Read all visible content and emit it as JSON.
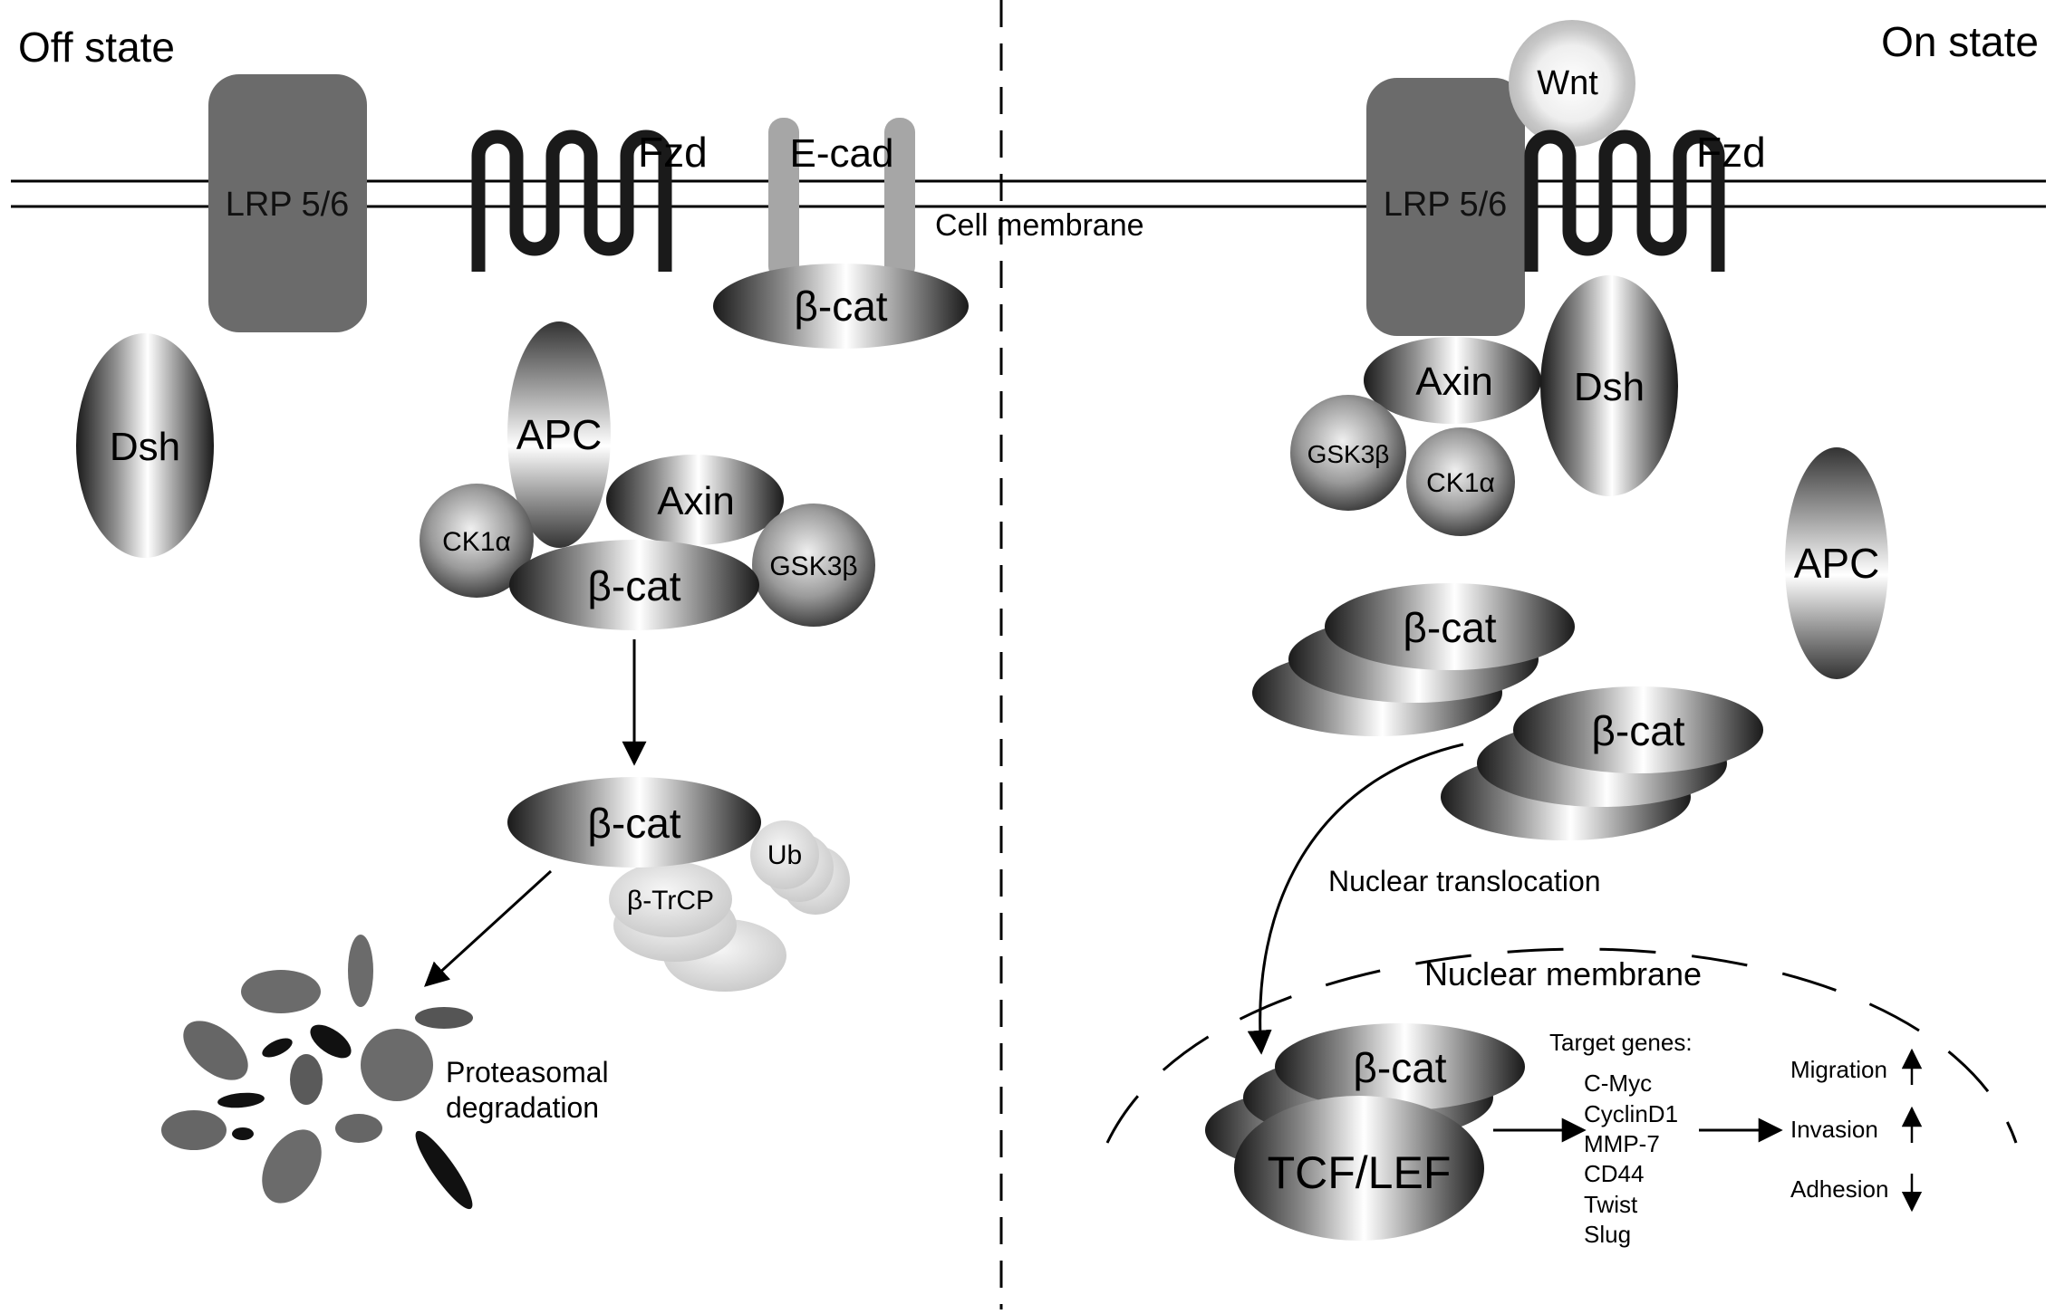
{
  "off_state": {
    "title": "Off state",
    "lrp": "LRP 5/6",
    "fzd": "Fzd",
    "ecad": "E-cad",
    "bcat_membrane": "β-cat",
    "dsh": "Dsh",
    "apc": "APC",
    "axin": "Axin",
    "ck1a": "CK1α",
    "gsk3b": "GSK3β",
    "bcat_complex": "β-cat",
    "bcat_ub": "β-cat",
    "ub": "Ub",
    "btrcp": "β-TrCP",
    "proteasomal_line1": "Proteasomal",
    "proteasomal_line2": "degradation"
  },
  "membrane_label": "Cell membrane",
  "on_state": {
    "title": "On state",
    "wnt": "Wnt",
    "lrp": "LRP 5/6",
    "fzd": "Fzd",
    "axin": "Axin",
    "dsh": "Dsh",
    "gsk3b": "GSK3β",
    "ck1a": "CK1α",
    "apc": "APC",
    "bcat_stack1": "β-cat",
    "bcat_stack2": "β-cat",
    "nuclear_translocation": "Nuclear translocation",
    "nuclear_membrane": "Nuclear membrane",
    "bcat_nucleus": "β-cat",
    "tcf_lef": "TCF/LEF",
    "target_genes_title": "Target genes:",
    "target_genes": [
      "C-Myc",
      "CyclinD1",
      "MMP-7",
      "CD44",
      "Twist",
      "Slug"
    ],
    "outcomes": [
      {
        "label": "Migration",
        "direction": "up"
      },
      {
        "label": "Invasion",
        "direction": "up"
      },
      {
        "label": "Adhesion",
        "direction": "down"
      }
    ]
  },
  "colors": {
    "membrane_protein": "#6b6b6b",
    "ecad": "#a6a6a6",
    "fzd": "#1a1a1a",
    "ub_light": "#d3d3d3",
    "debris_dark": "#5e5e5e",
    "debris_black": "#111111"
  }
}
